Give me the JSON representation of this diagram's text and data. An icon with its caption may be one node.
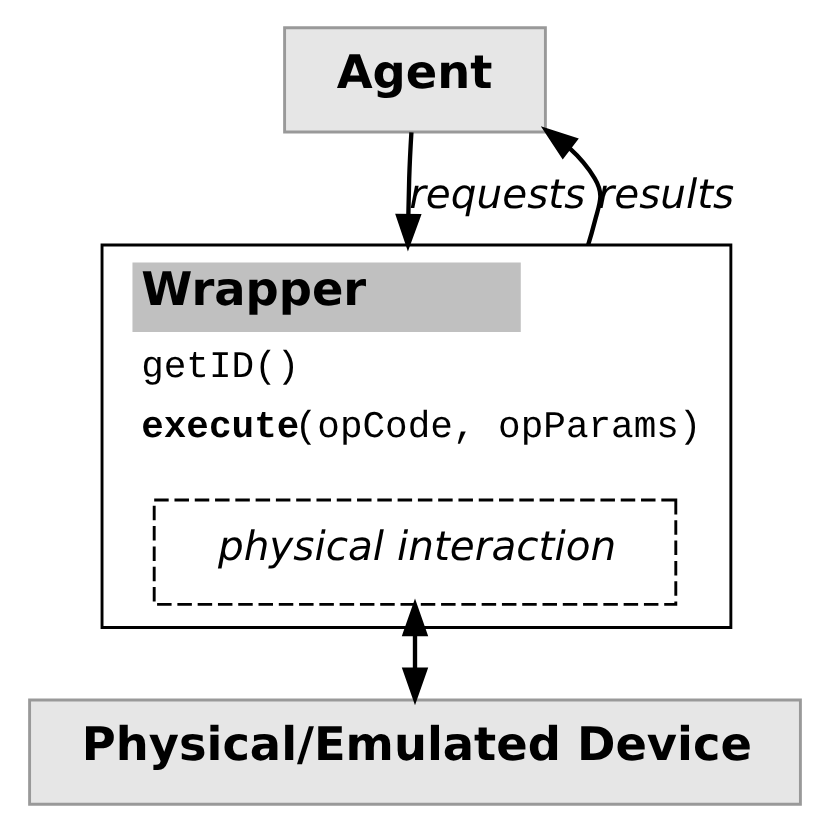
{
  "diagram": {
    "nodes": [
      {
        "text": [
          "Agent"
        ]
      },
      {
        "text": [
          "Wrapper",
          "getID()",
          "**execute**(opCode, opParams)"
        ]
      },
      {
        "text": [
          "physical interaction"
        ],
        "in": 1
      },
      {
        "text": [
          "Physical/Emulated Device"
        ]
      }
    ],
    "edges": [
      {
        "from": 0,
        "to": 1,
        "arrow": "to",
        "label": "requests"
      },
      {
        "from": 1,
        "to": 0,
        "arrow": "to",
        "label": "results"
      },
      {
        "from": 2,
        "to": 3,
        "arrow": "both"
      }
    ]
  }
}
